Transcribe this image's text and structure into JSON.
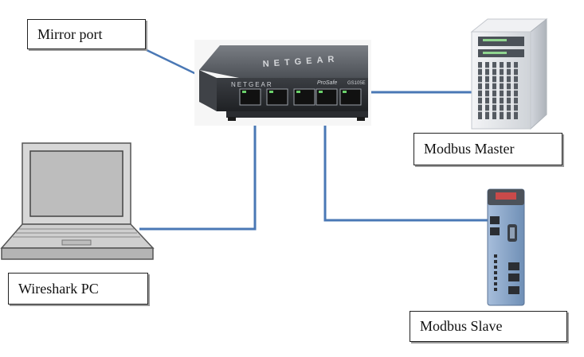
{
  "labels": {
    "mirror_port": "Mirror port",
    "modbus_master": "Modbus Master",
    "wireshark_pc": "Wireshark PC",
    "modbus_slave": "Modbus Slave"
  },
  "switch": {
    "brand": "NETGEAR",
    "series": "ProSafe",
    "model": "GS105E"
  },
  "colors": {
    "cable": "#4a78b5",
    "switch_body": "#5d6168",
    "switch_face": "#2f3236",
    "server_body": "#e9ebee",
    "plc_body": "#8aa6c8"
  }
}
